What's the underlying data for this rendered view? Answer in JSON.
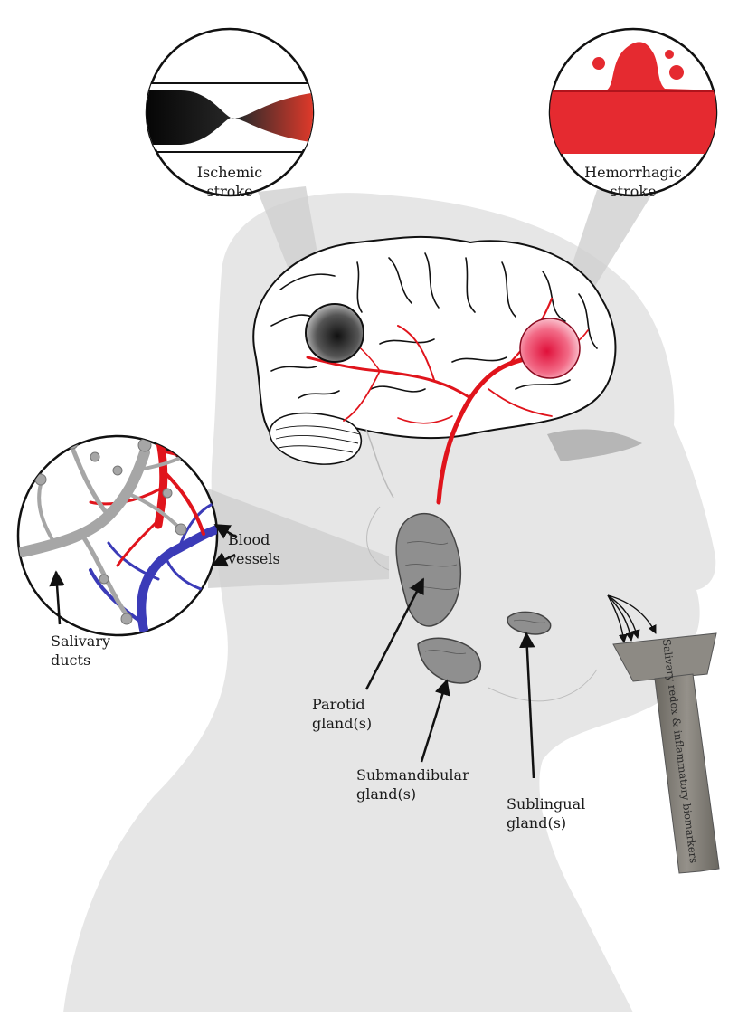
{
  "callouts": {
    "ischemic": {
      "line1": "Ischemic",
      "line2": "stroke"
    },
    "hemorrhagic": {
      "line1": "Hemorrhagic",
      "line2": "stroke"
    }
  },
  "labels": {
    "blood_vessels": {
      "line1": "Blood",
      "line2": "vessels"
    },
    "salivary_ducts": {
      "line1": "Salivary",
      "line2": "ducts"
    },
    "parotid": {
      "line1": "Parotid",
      "line2": "gland(s)"
    },
    "submandibular": {
      "line1": "Submandibular",
      "line2": "gland(s)"
    },
    "sublingual": {
      "line1": "Sublingual",
      "line2": "gland(s)"
    }
  },
  "tube_label": "Salivary redox & inflammatory biomarkers",
  "colors": {
    "silhouette": "#e6e6e6",
    "artery": "#e0141c",
    "vein": "#3b3bb8",
    "duct": "#a6a6a6",
    "gland": "#8f8f8f",
    "tube": "#7d7a73"
  }
}
